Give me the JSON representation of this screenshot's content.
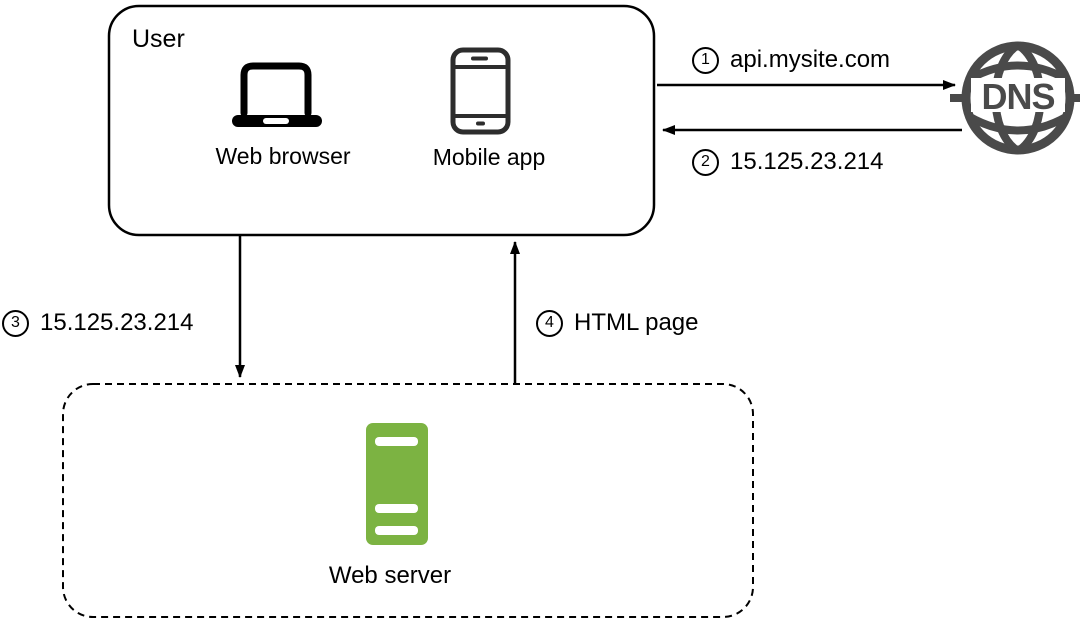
{
  "user_box": {
    "label": "User",
    "devices": [
      {
        "icon": "laptop-icon",
        "label": "Web browser"
      },
      {
        "icon": "smartphone-icon",
        "label": "Mobile app"
      }
    ]
  },
  "dns": {
    "icon": "globe-dns-icon",
    "label": "DNS"
  },
  "web_server_box": {
    "icon": "server-icon",
    "label": "Web server"
  },
  "flows": [
    {
      "step": "1",
      "label": "api.mysite.com",
      "from": "User",
      "to": "DNS"
    },
    {
      "step": "2",
      "label": "15.125.23.214",
      "from": "DNS",
      "to": "User"
    },
    {
      "step": "3",
      "label": "15.125.23.214",
      "from": "User",
      "to": "Web server"
    },
    {
      "step": "4",
      "label": "HTML page",
      "from": "Web server",
      "to": "User"
    }
  ],
  "colors": {
    "server_green": "#7CB342",
    "dns_gray": "#4A4A4A",
    "stroke": "#000000",
    "background": "#FFFFFF"
  }
}
